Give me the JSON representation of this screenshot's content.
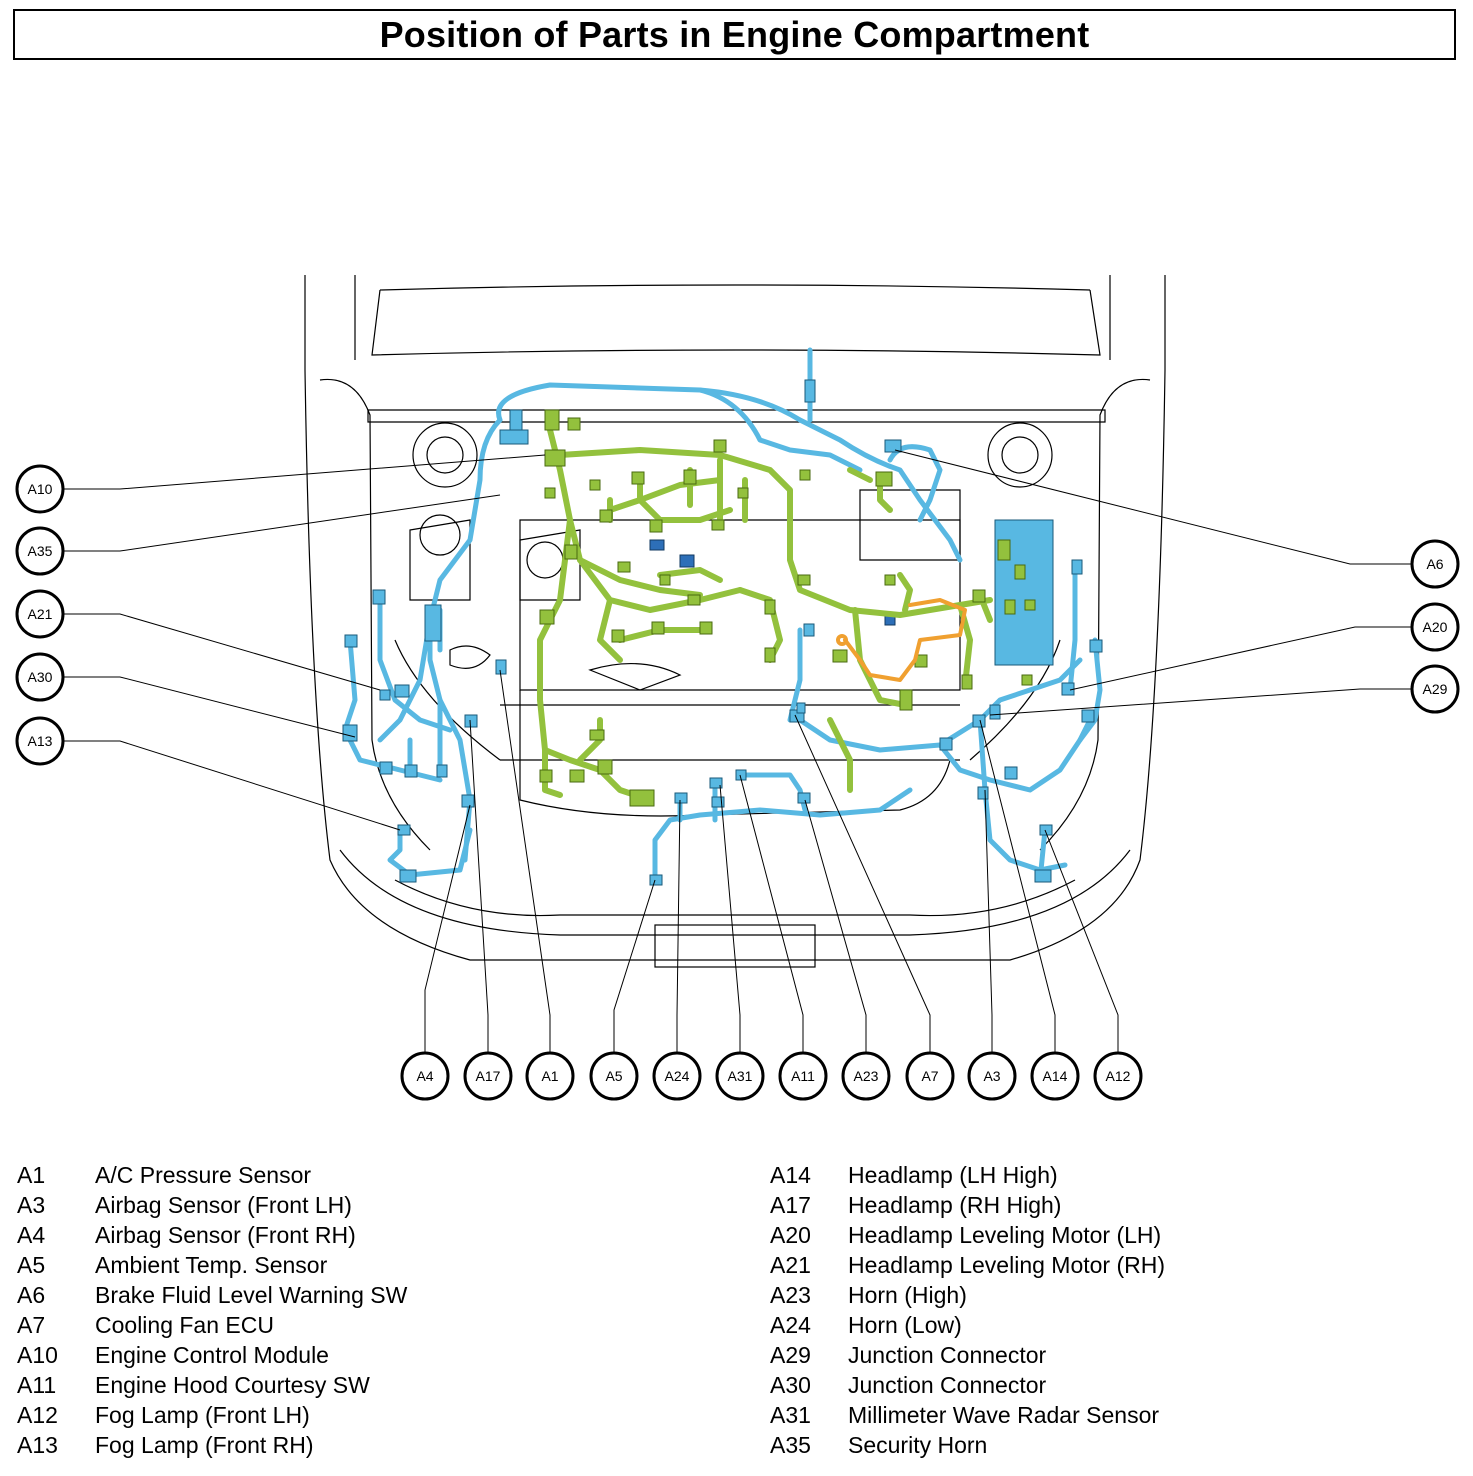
{
  "title": "Position of Parts in Engine Compartment",
  "colors": {
    "blue_harness": "#58b8e2",
    "green_harness": "#93c13d",
    "orange_harness": "#f0a030",
    "outline": "#000000"
  },
  "callouts": {
    "A10": "A10",
    "A35": "A35",
    "A21": "A21",
    "A30": "A30",
    "A13": "A13",
    "A6": "A6",
    "A20": "A20",
    "A29": "A29",
    "A4": "A4",
    "A17": "A17",
    "A1": "A1",
    "A5": "A5",
    "A24": "A24",
    "A31": "A31",
    "A11": "A11",
    "A23": "A23",
    "A7": "A7",
    "A3": "A3",
    "A14": "A14",
    "A12": "A12"
  },
  "legend_left": [
    {
      "code": "A1",
      "name": "A/C Pressure Sensor"
    },
    {
      "code": "A3",
      "name": "Airbag Sensor (Front LH)"
    },
    {
      "code": "A4",
      "name": "Airbag Sensor (Front RH)"
    },
    {
      "code": "A5",
      "name": "Ambient Temp. Sensor"
    },
    {
      "code": "A6",
      "name": "Brake Fluid Level Warning SW"
    },
    {
      "code": "A7",
      "name": "Cooling Fan ECU"
    },
    {
      "code": "A10",
      "name": "Engine Control Module"
    },
    {
      "code": "A11",
      "name": "Engine Hood Courtesy SW"
    },
    {
      "code": "A12",
      "name": "Fog Lamp (Front LH)"
    },
    {
      "code": "A13",
      "name": "Fog Lamp (Front RH)"
    }
  ],
  "legend_right": [
    {
      "code": "A14",
      "name": "Headlamp (LH High)"
    },
    {
      "code": "A17",
      "name": "Headlamp (RH High)"
    },
    {
      "code": "A20",
      "name": "Headlamp Leveling Motor (LH)"
    },
    {
      "code": "A21",
      "name": "Headlamp Leveling Motor (RH)"
    },
    {
      "code": "A23",
      "name": "Horn (High)"
    },
    {
      "code": "A24",
      "name": "Horn (Low)"
    },
    {
      "code": "A29",
      "name": "Junction Connector"
    },
    {
      "code": "A30",
      "name": "Junction Connector"
    },
    {
      "code": "A31",
      "name": "Millimeter Wave Radar Sensor"
    },
    {
      "code": "A35",
      "name": "Security Horn"
    }
  ]
}
